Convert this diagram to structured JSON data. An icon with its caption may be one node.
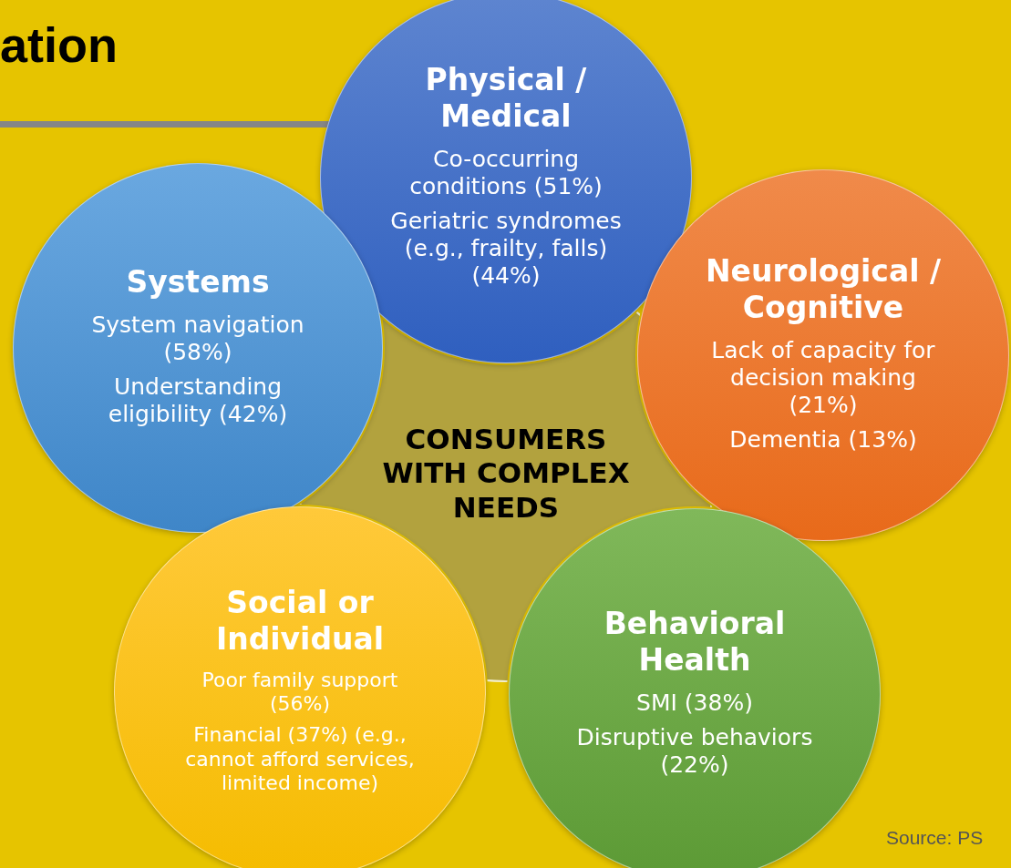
{
  "diagram": {
    "title": "ation",
    "nodes": [
      {
        "text": [
          "Physical / Medical",
          "Co-occurring conditions (51%)",
          "Geriatric syndromes (e.g., frailty, falls) (44%)"
        ]
      },
      {
        "text": [
          "Systems",
          "System navigation (58%)",
          "Understanding eligibility  (42%)"
        ]
      },
      {
        "text": [
          "Neurological / Cognitive",
          "Lack of capacity for decision making (21%)",
          "Dementia (13%)"
        ]
      },
      {
        "text": [
          "CONSUMERS WITH COMPLEX NEEDS"
        ]
      },
      {
        "text": [
          "Social or Individual",
          "Poor family support (56%)",
          "Financial (37%) (e.g., cannot afford services, limited income)"
        ]
      },
      {
        "text": [
          "Behavioral Health",
          "SMI (38%)",
          "Disruptive behaviors (22%)"
        ]
      }
    ],
    "labels": [
      "Source: PS"
    ]
  }
}
